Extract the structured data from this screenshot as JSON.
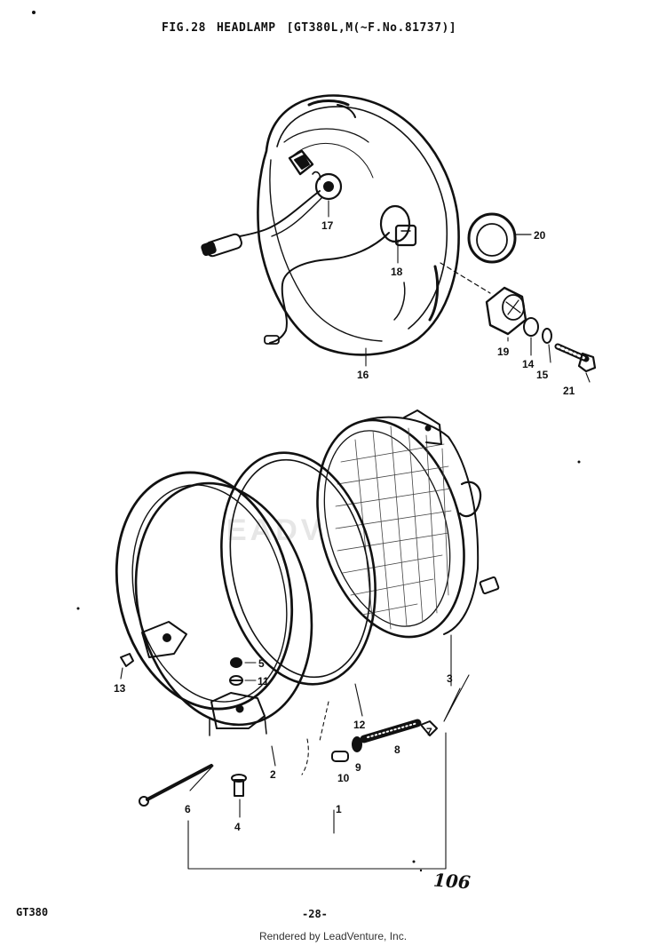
{
  "header": {
    "figure": "FIG.28",
    "name": "HEADLAMP",
    "applicability": "[GT380L,M(~F.No.81737)]"
  },
  "watermark": "EADV",
  "callouts": [
    "1",
    "2",
    "3",
    "4",
    "5",
    "6",
    "7",
    "8",
    "9",
    "10",
    "11",
    "12",
    "13",
    "14",
    "15",
    "16",
    "17",
    "18",
    "19",
    "20",
    "21"
  ],
  "footer": {
    "model": "GT380",
    "page": "-28-",
    "page_code": "106",
    "rendered_by": "Rendered by LeadVenture, Inc."
  }
}
